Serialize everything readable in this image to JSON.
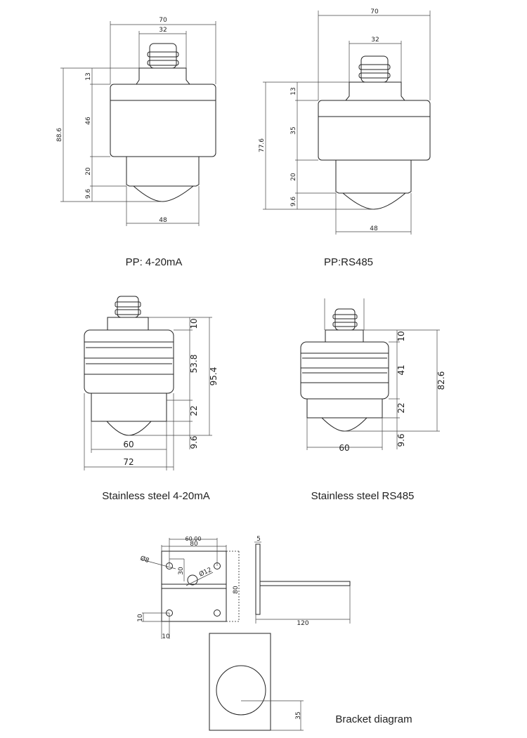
{
  "captions": {
    "pp_420": "PP: 4-20mA",
    "pp_rs485": "PP:RS485",
    "ss_420": "Stainless steel 4-20mA",
    "ss_rs485": "Stainless steel RS485",
    "bracket": "Bracket diagram"
  },
  "pp_420_dims": {
    "width": "70",
    "neck": "32",
    "total": "88.6",
    "d1": "13",
    "d2": "46",
    "d3": "20",
    "d4": "9.6",
    "bottom": "48"
  },
  "pp_rs485_dims": {
    "width": "70",
    "neck": "32",
    "total": "77.6",
    "d1": "13",
    "d2": "35",
    "d3": "20",
    "d4": "9.6",
    "bottom": "48"
  },
  "ss_420_dims": {
    "d1": "10",
    "d2": "53.8",
    "total": "95.4",
    "d3": "22",
    "d4": "9.6",
    "inner": "60",
    "outer": "72"
  },
  "ss_rs485_dims": {
    "d1": "10",
    "d2": "41",
    "total": "82.6",
    "d3": "22",
    "d4": "9.6",
    "inner": "60"
  },
  "bracket_dims": {
    "hole_spacing": "60.00",
    "width": "80",
    "hole_dia": "Ø8",
    "center_offset": "30",
    "center_dia": "Ø12",
    "height": "80",
    "edge_v": "10",
    "edge_h": "10",
    "thickness": "5",
    "length": "120",
    "bottom": "35"
  }
}
